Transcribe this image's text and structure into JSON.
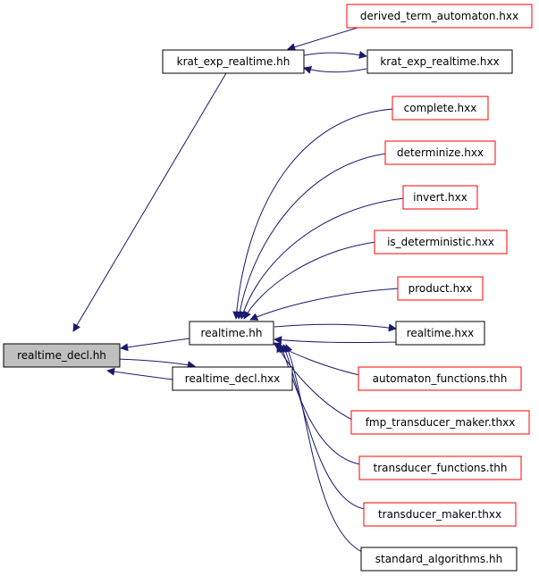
{
  "colors": {
    "edge": "#191970",
    "box_black": "#000000",
    "box_red": "#ff0000",
    "root_fill": "#bfbfbf",
    "background": "#ffffff"
  },
  "nodes": {
    "derived_term_automaton": "derived_term_automaton.hxx",
    "krat_exp_realtime_hh": "krat_exp_realtime.hh",
    "krat_exp_realtime_hxx": "krat_exp_realtime.hxx",
    "complete": "complete.hxx",
    "determinize": "determinize.hxx",
    "invert": "invert.hxx",
    "is_deterministic": "is_deterministic.hxx",
    "product": "product.hxx",
    "realtime_hh": "realtime.hh",
    "realtime_hxx": "realtime.hxx",
    "realtime_decl_hh": "realtime_decl.hh",
    "realtime_decl_hxx": "realtime_decl.hxx",
    "automaton_functions": "automaton_functions.thh",
    "fmp_transducer_maker": "fmp_transducer_maker.thxx",
    "transducer_functions": "transducer_functions.thh",
    "transducer_maker": "transducer_maker.thxx",
    "standard_algorithms": "standard_algorithms.hh"
  }
}
